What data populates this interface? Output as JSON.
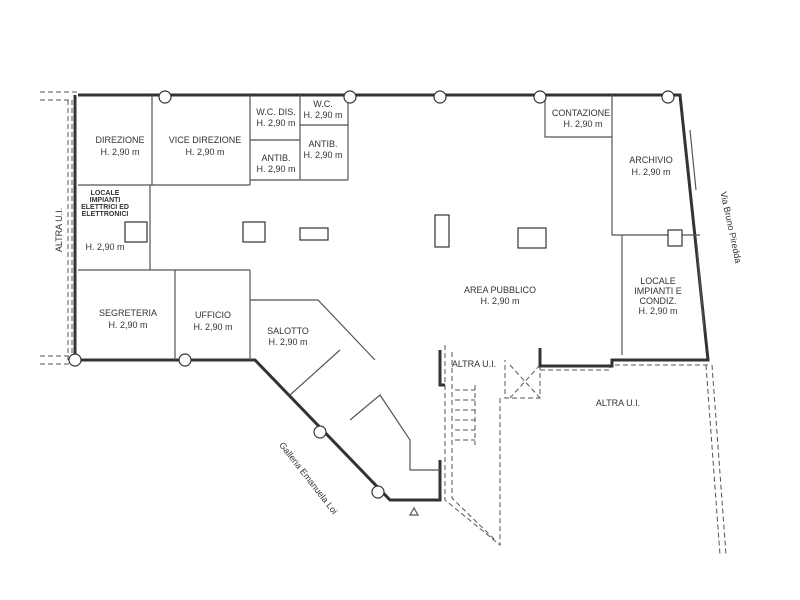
{
  "rooms": {
    "direzione": {
      "name": "DIREZIONE",
      "height": "H. 2,90 m"
    },
    "vice_direzione": {
      "name": "VICE DIREZIONE",
      "height": "H. 2,90 m"
    },
    "wc_dis": {
      "name": "W.C. DIS.",
      "height": "H. 2,90 m"
    },
    "wc": {
      "name": "W.C.",
      "height": "H. 2,90 m"
    },
    "antib_1": {
      "name": "ANTIB.",
      "height": "H. 2,90 m"
    },
    "antib_2": {
      "name": "ANTIB.",
      "height": "H. 2,90 m"
    },
    "locale_impianti_elettrici": {
      "name_lines": [
        "LOCALE",
        "IMPIANTI",
        "ELETTRICI ED",
        "ELETTRONICI"
      ],
      "height": "H. 2,90 m"
    },
    "segreteria": {
      "name": "SEGRETERIA",
      "height": "H. 2,90 m"
    },
    "ufficio": {
      "name": "UFFICIO",
      "height": "H. 2,90 m"
    },
    "salotto": {
      "name": "SALOTTO",
      "height": "H. 2,90 m"
    },
    "contazione": {
      "name": "CONTAZIONE",
      "height": "H. 2,90 m"
    },
    "archivio": {
      "name": "ARCHIVIO",
      "height": "H. 2,90 m"
    },
    "area_pubblico": {
      "name": "AREA PUBBLICO",
      "height": "H. 2,90 m"
    },
    "locale_impianti_condiz": {
      "name_lines": [
        "LOCALE",
        "IMPIANTI E",
        "CONDIZ."
      ],
      "height": "H. 2,90 m"
    }
  },
  "other_units": {
    "left": "ALTRA U.I.",
    "stair": "ALTRA U.I.",
    "bottom_right": "ALTRA U.I."
  },
  "streets": {
    "right": "Via Bruno Piredda",
    "bottom_left": "Galleria Emanuela Loi"
  }
}
